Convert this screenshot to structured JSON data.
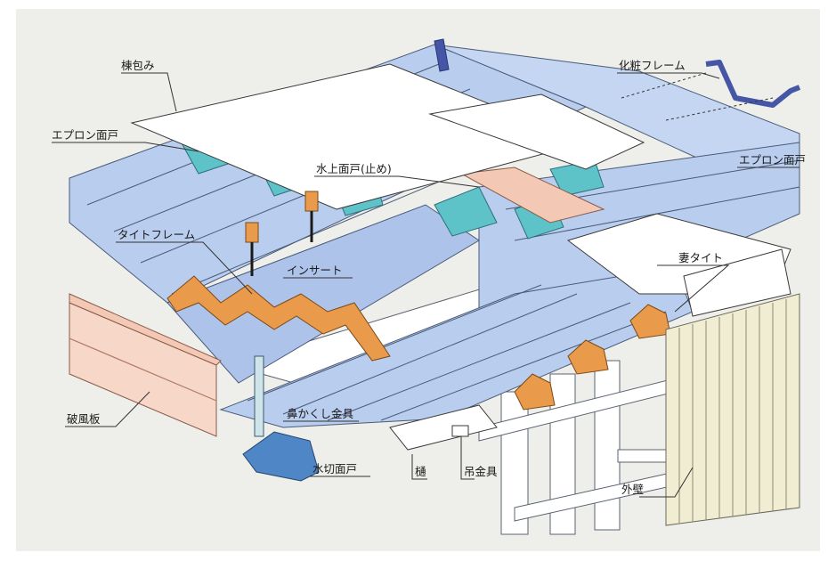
{
  "diagram": {
    "labels": {
      "ridge_cover": "棟包み",
      "decor_frame": "化粧フレーム",
      "apron_left": "エプロン面戸",
      "apron_right": "エプロン面戸",
      "upper_closure": "水上面戸(止め)",
      "tight_frame": "タイトフレーム",
      "insert": "インサート",
      "gable_tight": "妻タイト",
      "barge_board": "破風板",
      "nose_bracket": "鼻かくし金具",
      "water_cut": "水切面戸",
      "gutter": "樋",
      "hanger": "吊金具",
      "outer_wall": "外壁"
    },
    "colors": {
      "background": "#eeeeea",
      "roof_blue": "#b9cdee",
      "teal": "#5ec3c9",
      "orange": "#e99a4b",
      "salmon": "#f3c9b6",
      "wall": "#f1edd2",
      "navy": "#4656a6",
      "flash_blue": "#4f86c6"
    }
  }
}
